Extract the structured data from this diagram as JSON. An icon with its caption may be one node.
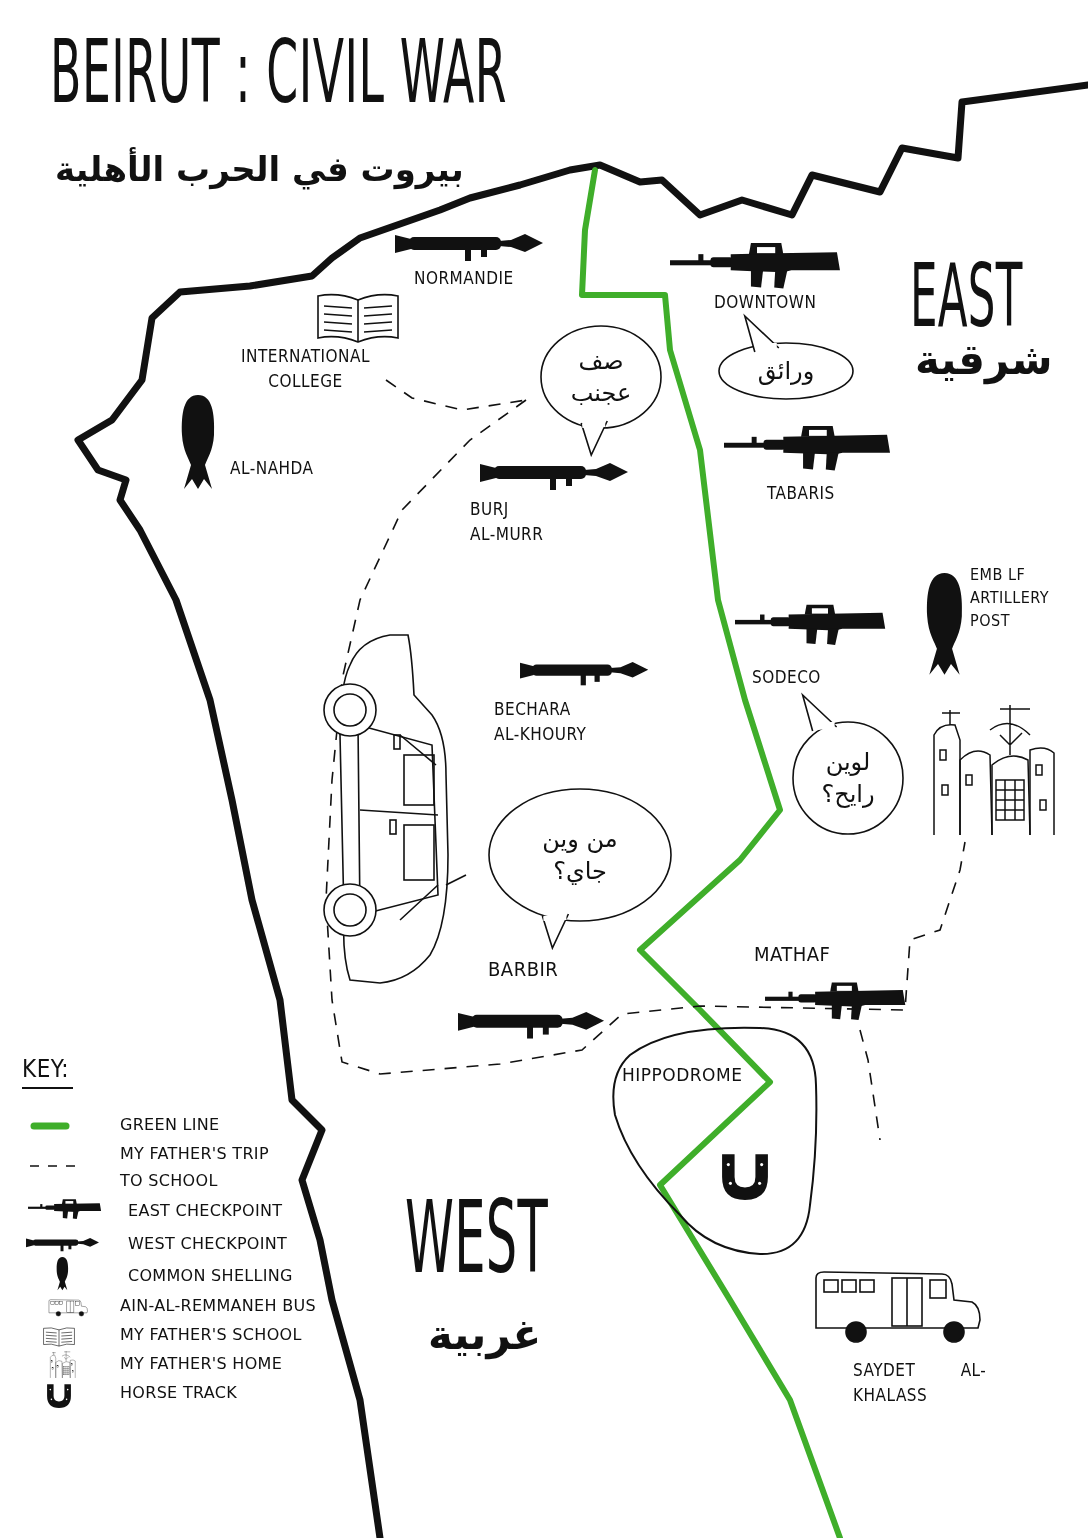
{
  "diagram": {
    "title": "BEIRUT : CIVIL WAR",
    "nodes": [
      {
        "text": [
          "صف عجنب"
        ]
      },
      {
        "text": [
          "ورائق"
        ]
      },
      {
        "text": [
          "لوين رايح؟"
        ]
      },
      {
        "text": [
          "من وين جاي؟"
        ]
      },
      {
        "text": [
          "HIPPODROME"
        ]
      }
    ],
    "labels": [
      "بيروت في الحرب الأهلية",
      "NORMANDIE",
      "DOWNTOWN",
      "EAST",
      "شرقية",
      "INTERNATIONAL COLLEGE",
      "AL-NAHDA",
      "BURJ AL-MURR",
      "TABARIS",
      "EMB LF ARTILLERY POST",
      "SODECO",
      "BECHARA AL-KHOURY",
      "BARBIR",
      "MATHAF",
      "WEST",
      "غربية",
      "SAYDET AL-KHALASS",
      "KEY:"
    ],
    "legend": [
      {
        "text": "GREEN LINE"
      },
      {
        "text": "MY FATHER'S TRIP TO SCHOOL"
      },
      {
        "text": "EAST CHECKPOINT"
      },
      {
        "text": "WEST CHECKPOINT"
      },
      {
        "text": "COMMON SHELLING"
      },
      {
        "text": "AIN-AL-REMMANEH BUS"
      },
      {
        "text": "MY FATHER'S SCHOOL"
      },
      {
        "text": "MY FATHER'S HOME"
      },
      {
        "text": "HORSE TRACK"
      }
    ]
  }
}
